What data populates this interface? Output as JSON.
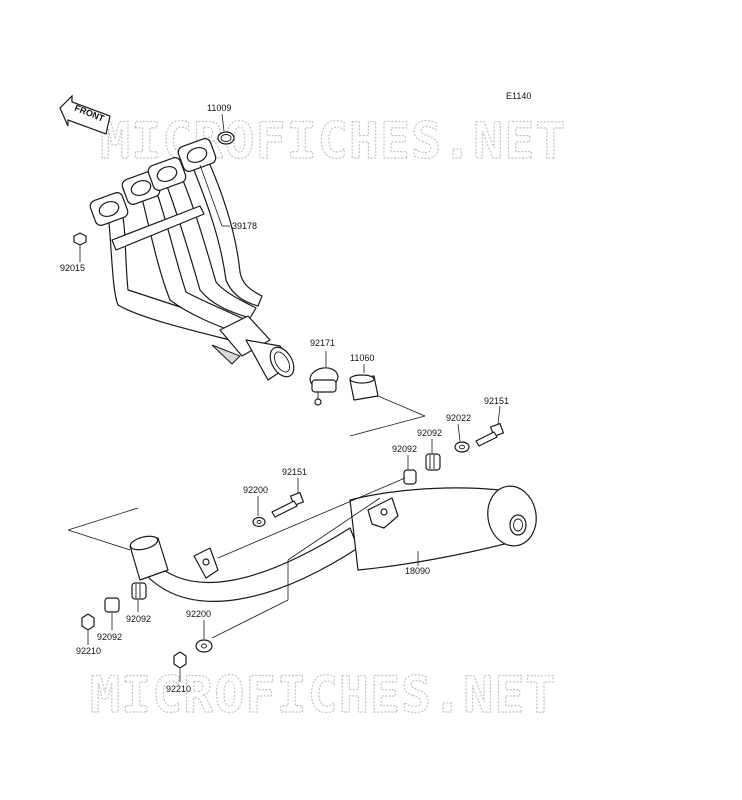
{
  "figure_code": "E1140",
  "front_marker": "FRONT",
  "watermark": "MICROFICHES.NET",
  "callouts": {
    "p11009": "11009",
    "p39178": "39178",
    "p92015": "92015",
    "p92171": "92171",
    "p11060": "11060",
    "p92151_top": "92151",
    "p92022": "92022",
    "p92092_a": "92092",
    "p92092_b": "92092",
    "p92151_mid": "92151",
    "p92200_top": "92200",
    "p18090": "18090",
    "p92092_c": "92092",
    "p92092_d": "92092",
    "p92210_left": "92210",
    "p92200_bottom": "92200",
    "p92210_bottom": "92210"
  }
}
